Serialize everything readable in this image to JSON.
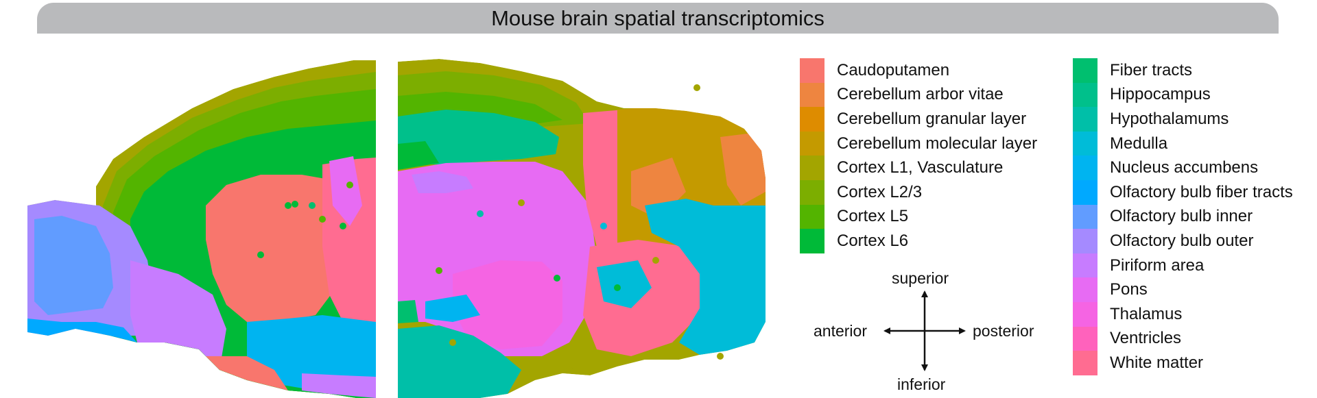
{
  "title": "Mouse brain spatial transcriptomics",
  "legend_left": [
    {
      "label": "Caudoputamen",
      "color": "#F8766D"
    },
    {
      "label": "Cerebellum arbor vitae",
      "color": "#EE8540"
    },
    {
      "label": "Cerebellum granular layer",
      "color": "#DE8C00"
    },
    {
      "label": "Cerebellum molecular layer",
      "color": "#C49A00"
    },
    {
      "label": "Cortex L1, Vasculature",
      "color": "#A3A500"
    },
    {
      "label": "Cortex L2/3",
      "color": "#7CAE00"
    },
    {
      "label": "Cortex L5",
      "color": "#53B400"
    },
    {
      "label": "Cortex L6",
      "color": "#00BA38"
    }
  ],
  "legend_right": [
    {
      "label": "Fiber tracts",
      "color": "#00BF6F"
    },
    {
      "label": "Hippocampus",
      "color": "#00C08B"
    },
    {
      "label": "Hypothalamums",
      "color": "#00BFA8"
    },
    {
      "label": "Medulla",
      "color": "#00BCD8"
    },
    {
      "label": "Nucleus accumbens",
      "color": "#00B4F0"
    },
    {
      "label": "Olfactory bulb fiber tracts",
      "color": "#00A9FF"
    },
    {
      "label": "Olfactory bulb inner",
      "color": "#619CFF"
    },
    {
      "label": "Olfactory bulb outer",
      "color": "#A58AFF"
    },
    {
      "label": "Piriform area",
      "color": "#C77CFF"
    },
    {
      "label": "Pons",
      "color": "#E76BF3"
    },
    {
      "label": "Thalamus",
      "color": "#F564E3"
    },
    {
      "label": "Ventricles",
      "color": "#FF62BC"
    },
    {
      "label": "White matter",
      "color": "#FF6C91"
    }
  ],
  "compass": {
    "superior": "superior",
    "inferior": "inferior",
    "anterior": "anterior",
    "posterior": "posterior"
  }
}
